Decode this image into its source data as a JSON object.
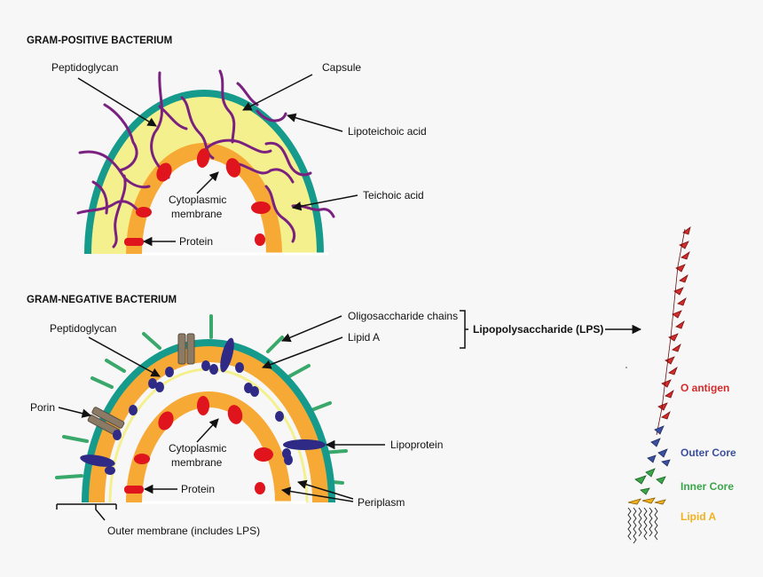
{
  "gram_positive": {
    "title": "GRAM-POSITIVE BACTERIUM",
    "labels": {
      "peptidoglycan": "Peptidoglycan",
      "capsule": "Capsule",
      "lipoteichoic_acid": "Lipoteichoic acid",
      "teichoic_acid": "Teichoic acid",
      "cytoplasmic_membrane_line1": "Cytoplasmic",
      "cytoplasmic_membrane_line2": "membrane",
      "protein": "Protein"
    }
  },
  "gram_negative": {
    "title": "GRAM-NEGATIVE BACTERIUM",
    "labels": {
      "peptidoglycan": "Peptidoglycan",
      "porin": "Porin",
      "oligosaccharide_chains": "Oligosaccharide chains",
      "lipid_a": "Lipid A",
      "lps": "Lipopolysaccharide (LPS)",
      "lipoprotein": "Lipoprotein",
      "cytoplasmic_membrane_line1": "Cytoplasmic",
      "cytoplasmic_membrane_line2": "membrane",
      "protein": "Protein",
      "periplasm": "Periplasm",
      "outer_membrane": "Outer membrane (includes LPS)"
    }
  },
  "lps_structure": {
    "o_antigen": "O antigen",
    "outer_core": "Outer Core",
    "inner_core": "Inner Core",
    "lipid_a": "Lipid A"
  },
  "colors": {
    "capsule_teal": "#159a8c",
    "peptidoglycan_yellow": "#f5f08e",
    "membrane_orange": "#f7a935",
    "protein_red": "#e0141c",
    "teichoic_purple": "#7a2180",
    "lipoprotein_navy": "#2e2a85",
    "porin_brown": "#8a7a66",
    "oligosaccharide_green": "#3aa86b",
    "o_antigen_red": "#d42b2b",
    "outer_core_blue": "#3b4fa0",
    "inner_core_green": "#3aa64a",
    "lipid_a_yellow": "#f2b01e"
  }
}
